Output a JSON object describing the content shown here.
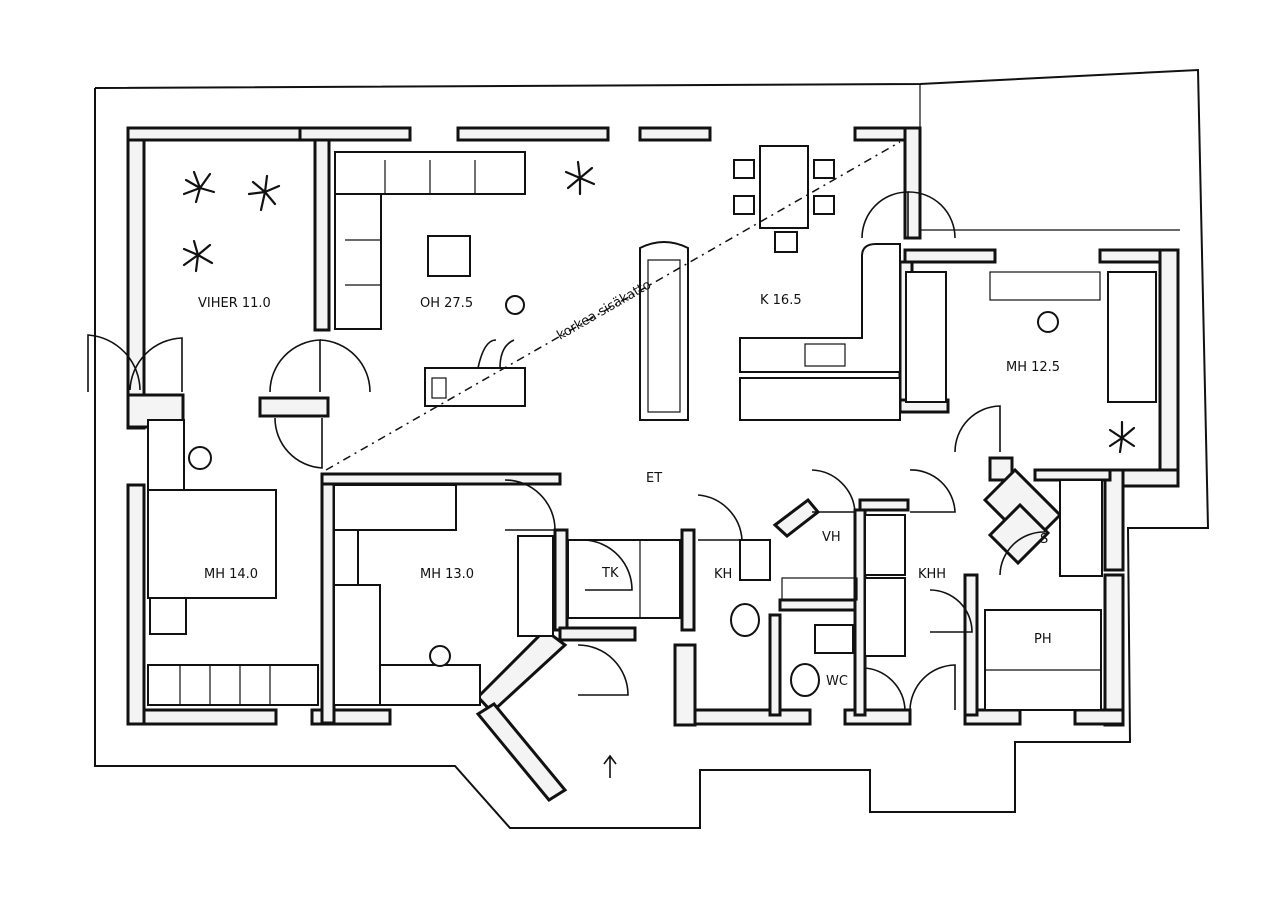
{
  "rooms": {
    "viher": "VIHER 11.0",
    "oh": "OH 27.5",
    "k": "K 16.5",
    "mh_east": "MH 12.5",
    "et": "ET",
    "mh_west": "MH 14.0",
    "mh_mid": "MH 13.0",
    "tk": "TK",
    "kh": "KH",
    "vh": "VH",
    "khh": "KHH",
    "s": "S",
    "ph": "PH",
    "wc": "WC"
  },
  "annotations": {
    "ceiling_note": "korkea sisäkatto"
  }
}
